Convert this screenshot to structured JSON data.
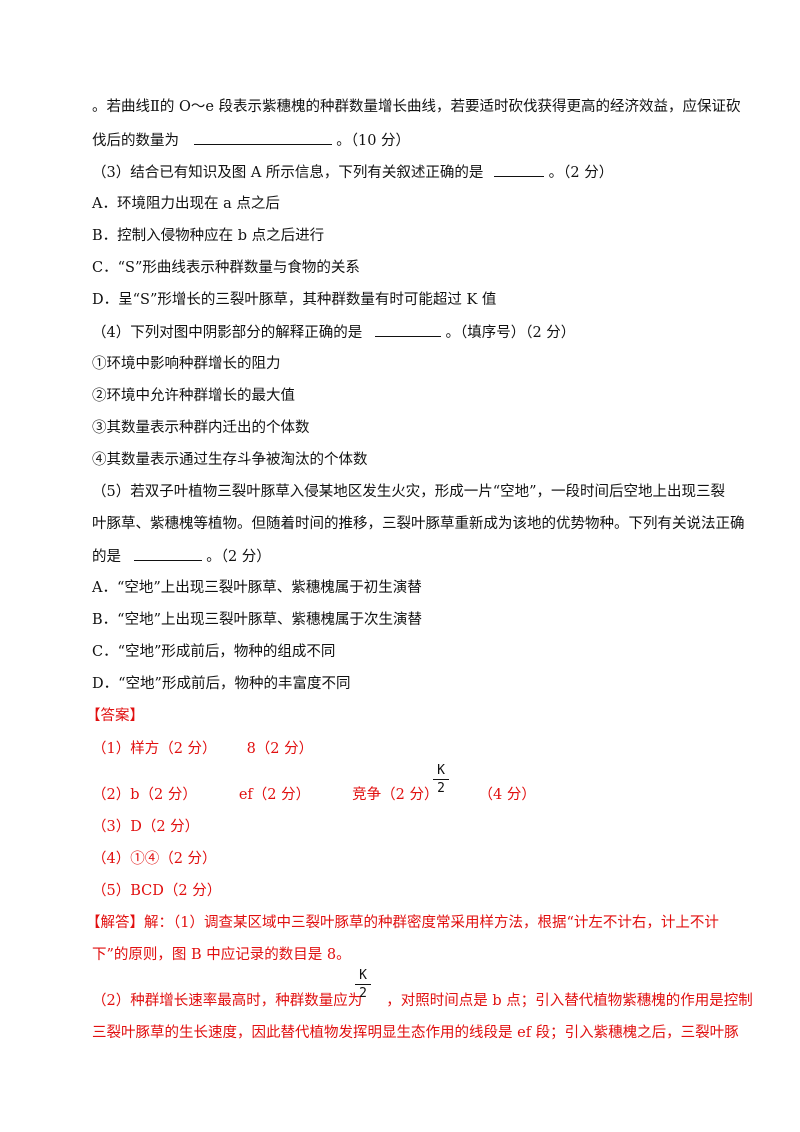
{
  "questions": {
    "l1": "。若曲线Ⅱ的 O～e 段表示紫穗槐的种群数量增长曲线，若要适时砍伐获得更高的经济效益，应保证砍",
    "l2a": "伐后的数量为",
    "l2b": "。（10 分）",
    "q3a": "（3）结合已有知识及图 A 所示信息，下列有关叙述正确的是",
    "q3b": "。（2 分）",
    "q3A": "A．环境阻力出现在 a 点之后",
    "q3B": "B．控制入侵物种应在 b 点之后进行",
    "q3C": "C．“S”形曲线表示种群数量与食物的关系",
    "q3D": "D．呈“S”形增长的三裂叶豚草，其种群数量有时可能超过 K 值",
    "q4a": "（4）下列对图中阴影部分的解释正确的是",
    "q4b": "。（填序号）（2 分）",
    "q4o1": "①环境中影响种群增长的阻力",
    "q4o2": "②环境中允许种群增长的最大值",
    "q4o3": "③其数量表示种群内迁出的个体数",
    "q4o4": "④其数量表示通过生存斗争被淘汰的个体数",
    "q5l1": "（5）若双子叶植物三裂叶豚草入侵某地区发生火灾，形成一片“空地”，一段时间后空地上出现三裂",
    "q5l2": "叶豚草、紫穗槐等植物。但随着时间的推移，三裂叶豚草重新成为该地的优势物种。下列有关说法正确",
    "q5l3a": "的是",
    "q5l3b": "。（2 分）",
    "q5A": "A．“空地”上出现三裂叶豚草、紫穗槐属于初生演替",
    "q5B": "B．“空地”上出现三裂叶豚草、紫穗槐属于次生演替",
    "q5C": "C．“空地”形成前后，物种的组成不同",
    "q5D": "D．“空地”形成前后，物种的丰富度不同"
  },
  "answer": {
    "heading": "【答案】",
    "a1a": "（1）样方（2 分）",
    "a1b": "8（2 分）",
    "a2a": "（2）b（2 分）",
    "a2b": "ef（2 分）",
    "a2c": "竞争（2 分）",
    "a2k": "K",
    "a2two": "2",
    "a2d": "（4 分）",
    "a3": "（3）D（2 分）",
    "a4": "（4）①④（2 分）",
    "a5": "（5）BCD（2 分）"
  },
  "analysis": {
    "heading": "【解答】",
    "p1": "解：（1）调查某区域中三裂叶豚草的种群密度常采用样方法，根据“计左不计右，计上不计",
    "p1b": "下”的原则，图 B 中应记录的数目是 8。",
    "p2a": "（2）种群增长速率最高时，种群数量应为",
    "p2k": "K",
    "p2two": "2",
    "p2b": "，对照时间点是 b 点；引入替代植物紫穗槐的作用是控制",
    "p3": "三裂叶豚草的生长速度，因此替代植物发挥明显生态作用的线段是 ef 段；引入紫穗槐之后，三裂叶豚"
  }
}
